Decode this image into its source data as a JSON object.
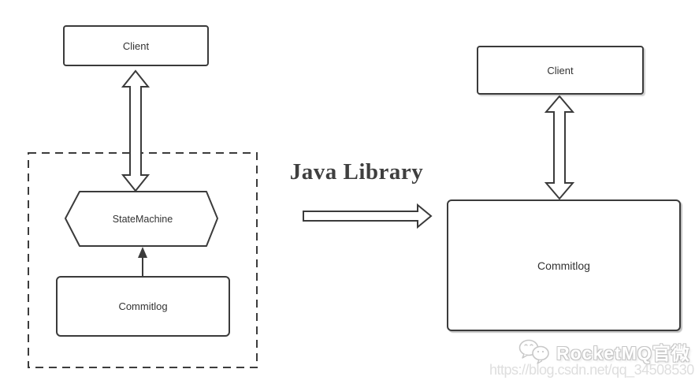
{
  "left_panel": {
    "client_label": "Client",
    "statemachine_label": "StateMachine",
    "commitlog_label": "Commitlog"
  },
  "transition": {
    "title": "Java Library"
  },
  "right_panel": {
    "client_label": "Client",
    "commitlog_label": "Commitlog"
  },
  "watermark": {
    "brand": "RocketMQ官微",
    "url": "https://blog.csdn.net/qq_34508530"
  },
  "icons": {
    "wechat": "wechat-chat-bubbles-icon"
  },
  "colors": {
    "stroke": "#3b3b3b",
    "label_text": "#333333",
    "title_text": "#3f3f3f",
    "watermark_outline": "#c6c6c6",
    "url_text": "#dedede",
    "background": "#ffffff"
  }
}
